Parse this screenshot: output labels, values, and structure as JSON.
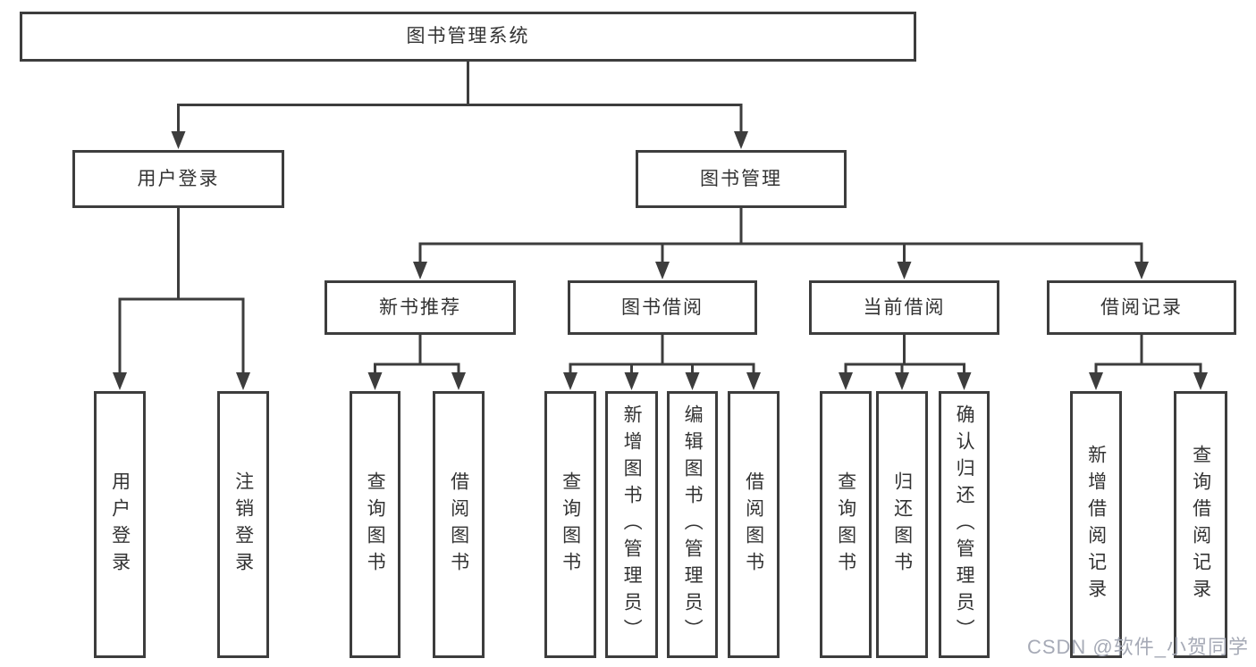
{
  "tree": {
    "root": "图书管理系统",
    "children": [
      {
        "label": "用户登录",
        "children": [
          "用户登录",
          "注销登录"
        ]
      },
      {
        "label": "图书管理",
        "children": [
          {
            "label": "新书推荐",
            "children": [
              "查询图书",
              "借阅图书"
            ]
          },
          {
            "label": "图书借阅",
            "children": [
              "查询图书",
              "新增图书（管理员）",
              "编辑图书（管理员）",
              "借阅图书"
            ]
          },
          {
            "label": "当前借阅",
            "children": [
              "查询图书",
              "归还图书",
              "确认归还（管理员）"
            ]
          },
          {
            "label": "借阅记录",
            "children": [
              "新增借阅记录",
              "查询借阅记录"
            ]
          }
        ]
      }
    ]
  },
  "colors": {
    "line": "#3d3d3d",
    "text": "#333333",
    "background": "#ffffff",
    "watermark": "#a6aab6"
  },
  "watermark": {
    "text": "CSDN @软件_小贺同学"
  }
}
